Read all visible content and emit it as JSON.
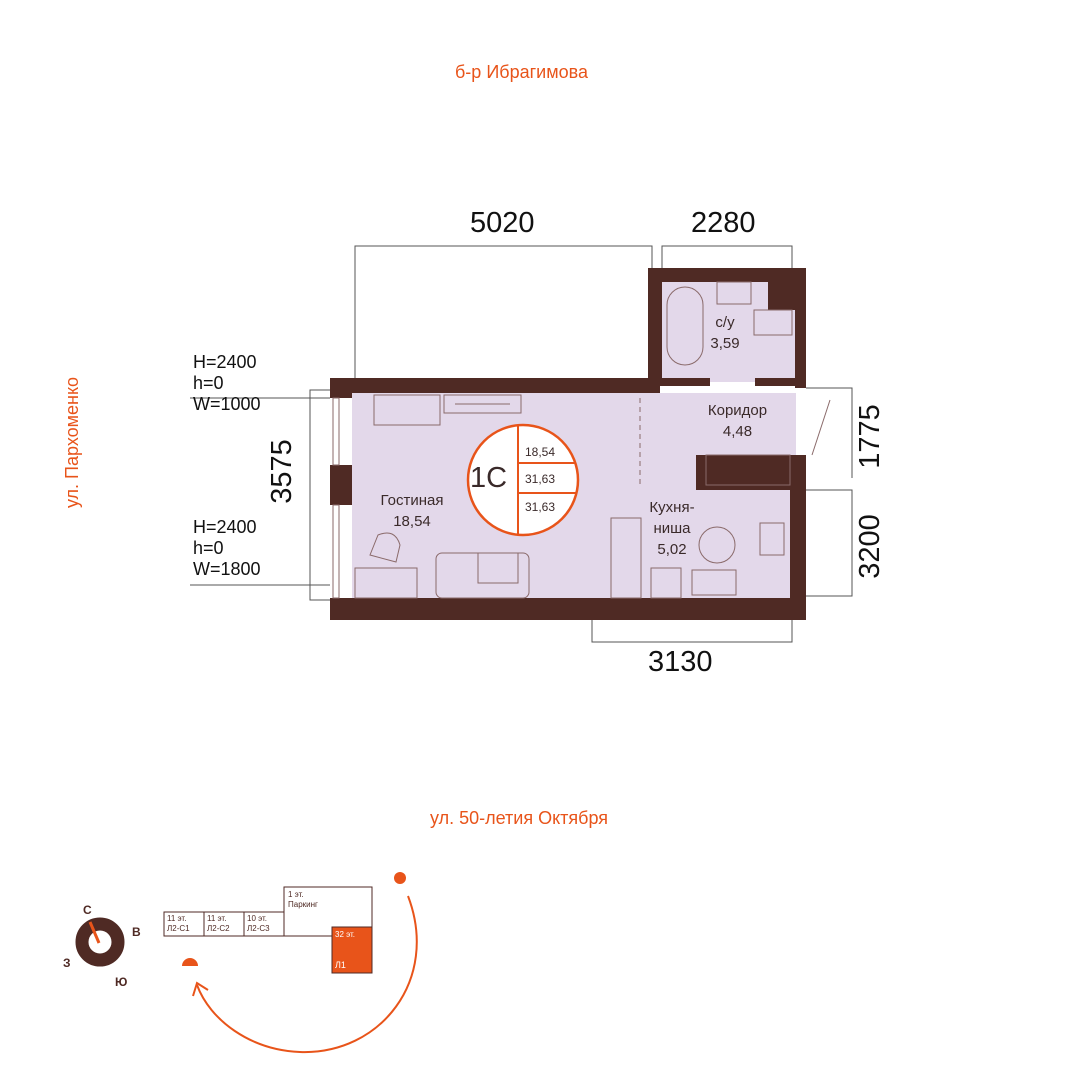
{
  "streets": {
    "north": "б-р Ибрагимова",
    "west": "ул. Пархоменко",
    "south": "ул. 50-летия Октября"
  },
  "dimensions": {
    "top_left": "5020",
    "top_right": "2280",
    "left": "3575",
    "right_top": "1775",
    "right_bottom": "3200",
    "bottom": "3130"
  },
  "windows": [
    {
      "h_big": "H=2400",
      "h_small": "h=0",
      "w": "W=1000"
    },
    {
      "h_big": "H=2400",
      "h_small": "h=0",
      "w": "W=1800"
    }
  ],
  "rooms": {
    "bathroom": {
      "name": "с/у",
      "area": "3,59"
    },
    "corridor": {
      "name": "Коридор",
      "area": "4,48"
    },
    "living": {
      "name": "Гостиная",
      "area": "18,54"
    },
    "kitchen": {
      "name": "Кухня-\nниша",
      "area": "5,02"
    }
  },
  "badge": {
    "type": "1С",
    "living_area": "18,54",
    "total_area": "31,63",
    "total_area2": "31,63"
  },
  "compass": {
    "n": "С",
    "e": "В",
    "s": "Ю",
    "w": "З"
  },
  "site": {
    "b1": {
      "floors": "11 эт.",
      "name": "Л2-С1"
    },
    "b2": {
      "floors": "11 эт.",
      "name": "Л2-С2"
    },
    "b3": {
      "floors": "10 эт.",
      "name": "Л2-С3"
    },
    "parking": {
      "floors": "1 эт.",
      "name": "Паркинг"
    },
    "tower": {
      "floors": "32 эт.",
      "name": "Л1"
    }
  },
  "colors": {
    "wall": "#4f2a24",
    "floor": "#e3d8ea",
    "accent": "#e8541a"
  }
}
